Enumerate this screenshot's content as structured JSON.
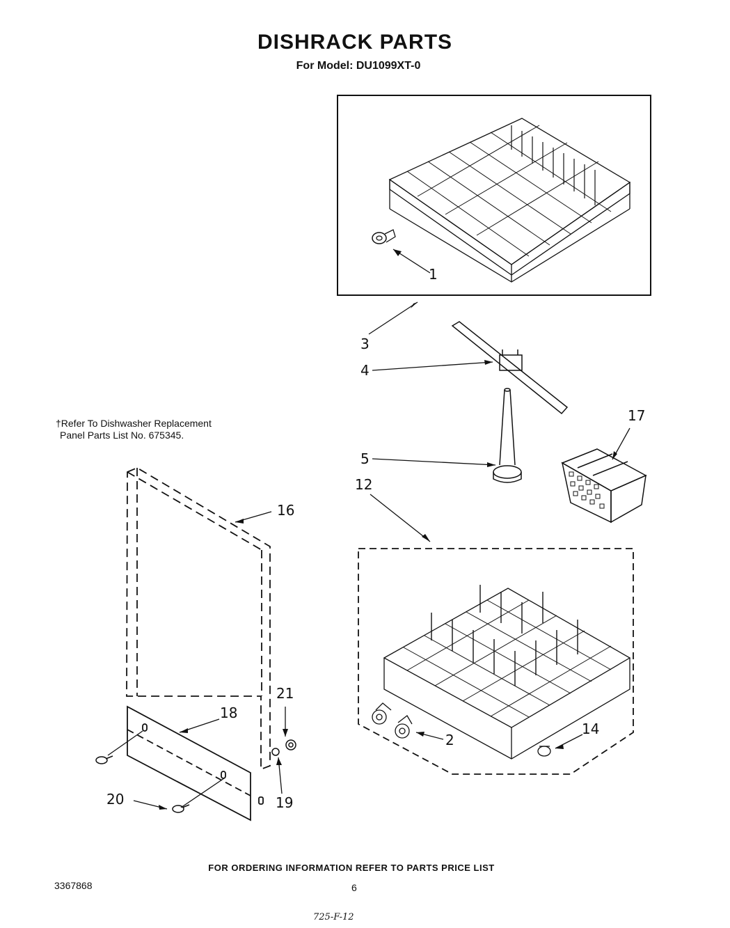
{
  "header": {
    "title": "DISHRACK PARTS",
    "subtitle": "For Model: DU1099XT-0"
  },
  "note": {
    "line1": "†Refer To Dishwasher Replacement",
    "line2": "Panel Parts List No. 675345."
  },
  "callouts": {
    "c1": "1",
    "c2": "2",
    "c3": "3",
    "c4": "4",
    "c5": "5",
    "c12": "12",
    "c14": "14",
    "c16": "16",
    "c17": "17",
    "c18": "18",
    "c19": "19",
    "c20": "20",
    "c21": "21"
  },
  "footer": {
    "ordering": "FOR ORDERING INFORMATION REFER TO PARTS PRICE LIST",
    "doc_number": "3367868",
    "page": "6",
    "handwritten": "725-F-12"
  }
}
